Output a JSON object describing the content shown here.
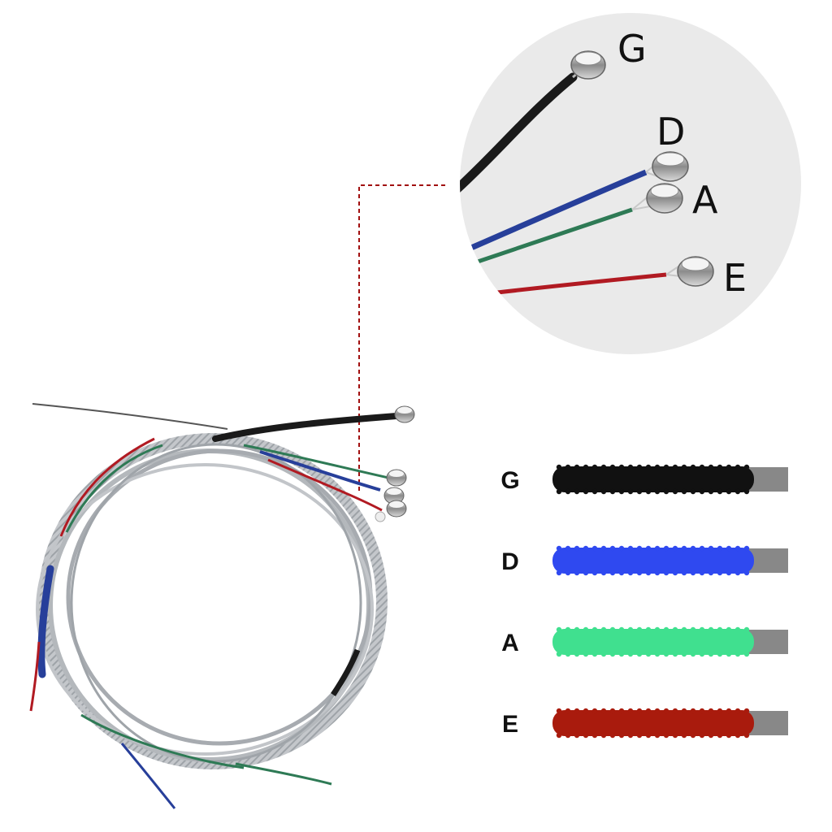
{
  "zoom_labels": {
    "g": "G",
    "d": "D",
    "a": "A",
    "e": "E"
  },
  "key_rows": [
    {
      "label": "G",
      "color_name": "black",
      "color": "#111111"
    },
    {
      "label": "D",
      "color_name": "blue",
      "color": "#2f49f0"
    },
    {
      "label": "A",
      "color_name": "green",
      "color": "#40e08f"
    },
    {
      "label": "E",
      "color_name": "red",
      "color": "#a91b0d"
    }
  ],
  "colors": {
    "zoom_circle": "#eaeaea",
    "leader_line": "#a10f0f",
    "steel": "#b8bcc0",
    "wire_g": "#1a1a1a",
    "wire_d": "#273f9a",
    "wire_a": "#2e7a55",
    "wire_e": "#b11a22"
  }
}
